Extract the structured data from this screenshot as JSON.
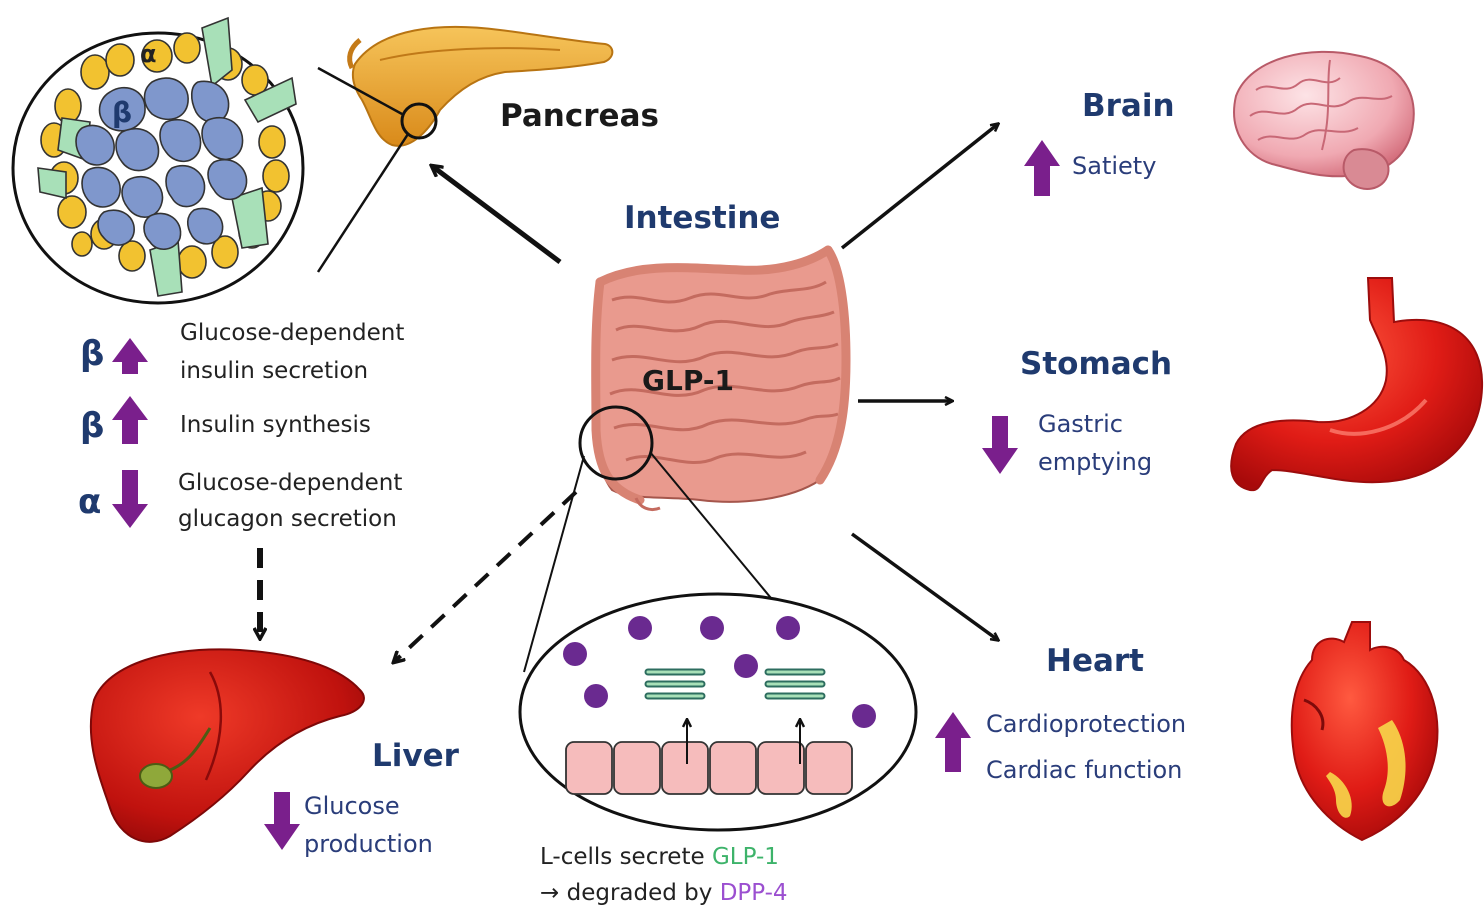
{
  "labels": {
    "pancreas": "Pancreas",
    "intestine": "Intestine",
    "brain": "Brain",
    "stomach": "Stomach",
    "heart": "Heart",
    "liver": "Liver",
    "glp1": "GLP-1",
    "beta_cell": "β",
    "alpha_cell": "α"
  },
  "pancreas_effects": [
    {
      "cell": "β",
      "direction": "up",
      "lines": [
        "Glucose-dependent",
        "insulin secretion"
      ]
    },
    {
      "cell": "β",
      "direction": "up",
      "lines": [
        "Insulin synthesis"
      ]
    },
    {
      "cell": "α",
      "direction": "down",
      "lines": [
        "Glucose-dependent",
        "glucagon secretion"
      ]
    }
  ],
  "brain_effect": {
    "direction": "up",
    "text": "Satiety"
  },
  "stomach_effect": {
    "direction": "down",
    "lines": [
      "Gastric",
      "emptying"
    ]
  },
  "heart_effects": {
    "direction": "up",
    "lines": [
      "Cardioprotection",
      "Cardiac function"
    ]
  },
  "liver_effect": {
    "direction": "down",
    "lines": [
      "Glucose",
      "production"
    ]
  },
  "caption": {
    "line1_prefix": "L-cells secrete ",
    "line1_glp": "GLP-1",
    "line2_arrow": "→",
    "line2_text": " degraded by ",
    "line2_dpp": "DPP-4"
  },
  "colors": {
    "heading": "#1f3a6e",
    "effect_text": "#2a3d7a",
    "arrow_purple": "#7a1f8c",
    "beta_cell": "#7f97cc",
    "alpha_cell": "#f2c230",
    "delta_cell": "#a8e0b8",
    "glp_dot": "#6a2a90",
    "l_cell": "#f6bcbc",
    "organ_red": "#d71e1e",
    "pancreas_orange": "#e8a52a",
    "gut_pink": "#e99a8e",
    "glp_green": "#3db36a",
    "dpp_purple": "#9b4fd0"
  },
  "icons": [
    "up-arrow",
    "down-arrow",
    "brain-illustration",
    "stomach-illustration",
    "heart-illustration",
    "liver-illustration",
    "pancreas-illustration",
    "intestine-illustration"
  ]
}
